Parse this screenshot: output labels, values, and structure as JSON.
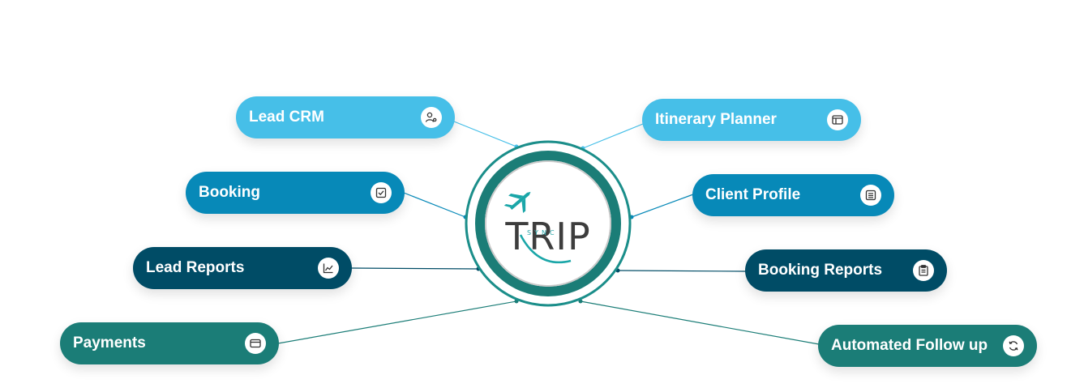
{
  "hub": {
    "logo_word": "TRIP",
    "logo_subword": "SYNC",
    "colors": {
      "outer_ring": "#1b8e8a",
      "inner_ring": "#1b7d77",
      "plane": "#1aa6a8"
    }
  },
  "features": {
    "lead_crm": {
      "label": "Lead CRM",
      "icon": "user-gear-icon"
    },
    "itinerary_planner": {
      "label": "Itinerary Planner",
      "icon": "map-card-icon"
    },
    "booking": {
      "label": "Booking",
      "icon": "checkbox-icon"
    },
    "client_profile": {
      "label": "Client Profile",
      "icon": "profile-card-icon"
    },
    "lead_reports": {
      "label": "Lead Reports",
      "icon": "line-chart-icon"
    },
    "booking_reports": {
      "label": "Booking Reports",
      "icon": "clipboard-icon"
    },
    "payments": {
      "label": "Payments",
      "icon": "wallet-icon"
    },
    "automated_follow_up": {
      "label": "Automated Follow up",
      "icon": "refresh-icon"
    }
  },
  "colors": {
    "light_blue": "#46bfe8",
    "mid_blue": "#0789b8",
    "dark_blue": "#004c66",
    "teal": "#1b7d77"
  }
}
